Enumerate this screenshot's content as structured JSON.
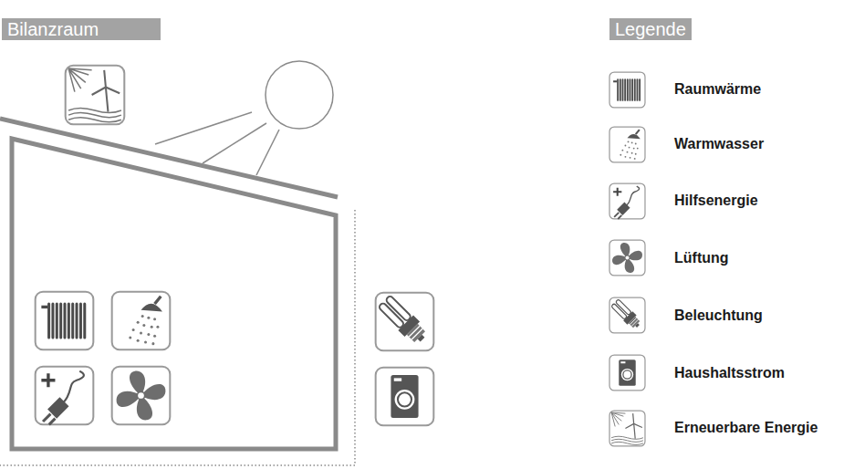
{
  "diagram": {
    "nodes": [
      {
        "text": [
          "Bilanzraum"
        ]
      },
      {
        "text": [
          "Legende"
        ]
      }
    ],
    "legend": [
      {
        "text": "Raumwärme"
      },
      {
        "text": "Warmwasser"
      },
      {
        "text": "Hilfsenergie"
      },
      {
        "text": "Lüftung"
      },
      {
        "text": "Beleuchtung"
      },
      {
        "text": "Haushaltsstrom"
      },
      {
        "text": "Erneuerbare Energie"
      }
    ]
  }
}
